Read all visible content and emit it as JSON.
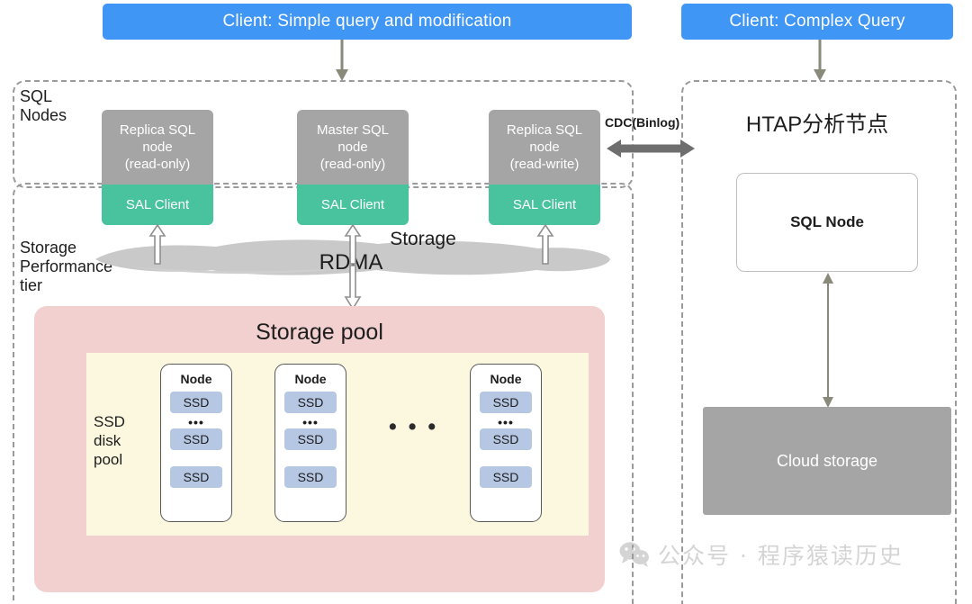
{
  "clients": {
    "simple": "Client: Simple query and modification",
    "complex": "Client: Complex Query"
  },
  "containers": {
    "sql_nodes_caption": "SQL\nNodes",
    "storage_tier_caption": "Storage\nPerformance\ntier",
    "htap_title": "HTAP分析节点"
  },
  "sql_nodes": [
    {
      "title": "Replica SQL\nnode\n(read-only)",
      "client": "SAL Client"
    },
    {
      "title": "Master SQL\nnode\n(read-only)",
      "client": "SAL Client"
    },
    {
      "title": "Replica SQL\nnode\n(read-write)",
      "client": "SAL Client"
    }
  ],
  "cdc": {
    "label": "CDC(Binlog)"
  },
  "network": {
    "storage_label": "Storage",
    "rdma_label": "RDMA"
  },
  "storage_pool": {
    "title": "Storage pool",
    "ssd_pool_caption": "SSD\ndisk\npool",
    "ellipsis": "• • •",
    "nodes": [
      {
        "title": "Node",
        "ssd_top": "SSD",
        "inner_ellipsis": "•••",
        "ssd_mid": "SSD",
        "ssd_bottom": "SSD"
      },
      {
        "title": "Node",
        "ssd_top": "SSD",
        "inner_ellipsis": "•••",
        "ssd_mid": "SSD",
        "ssd_bottom": "SSD"
      },
      {
        "title": "Node",
        "ssd_top": "SSD",
        "inner_ellipsis": "•••",
        "ssd_mid": "SSD",
        "ssd_bottom": "SSD"
      }
    ]
  },
  "htap": {
    "sql_node": "SQL Node",
    "cloud_storage": "Cloud storage"
  },
  "watermark": {
    "text": "公众号 · 程序猿读历史"
  },
  "colors": {
    "client_blue": "#3f96f5",
    "sql_node_gray": "#a5a5a5",
    "sal_client_green": "#49c39e",
    "storage_pool_pink": "#f2d0d0",
    "ssd_pool_cream": "#fcf8e0",
    "ssd_blue": "#b6c7e4",
    "cloud_storage_gray": "#a5a5a5",
    "rdma_cloud_gray": "#c9c9c9",
    "dashed_border": "#9a9a9a",
    "arrow_olive": "#8a8a7a"
  }
}
